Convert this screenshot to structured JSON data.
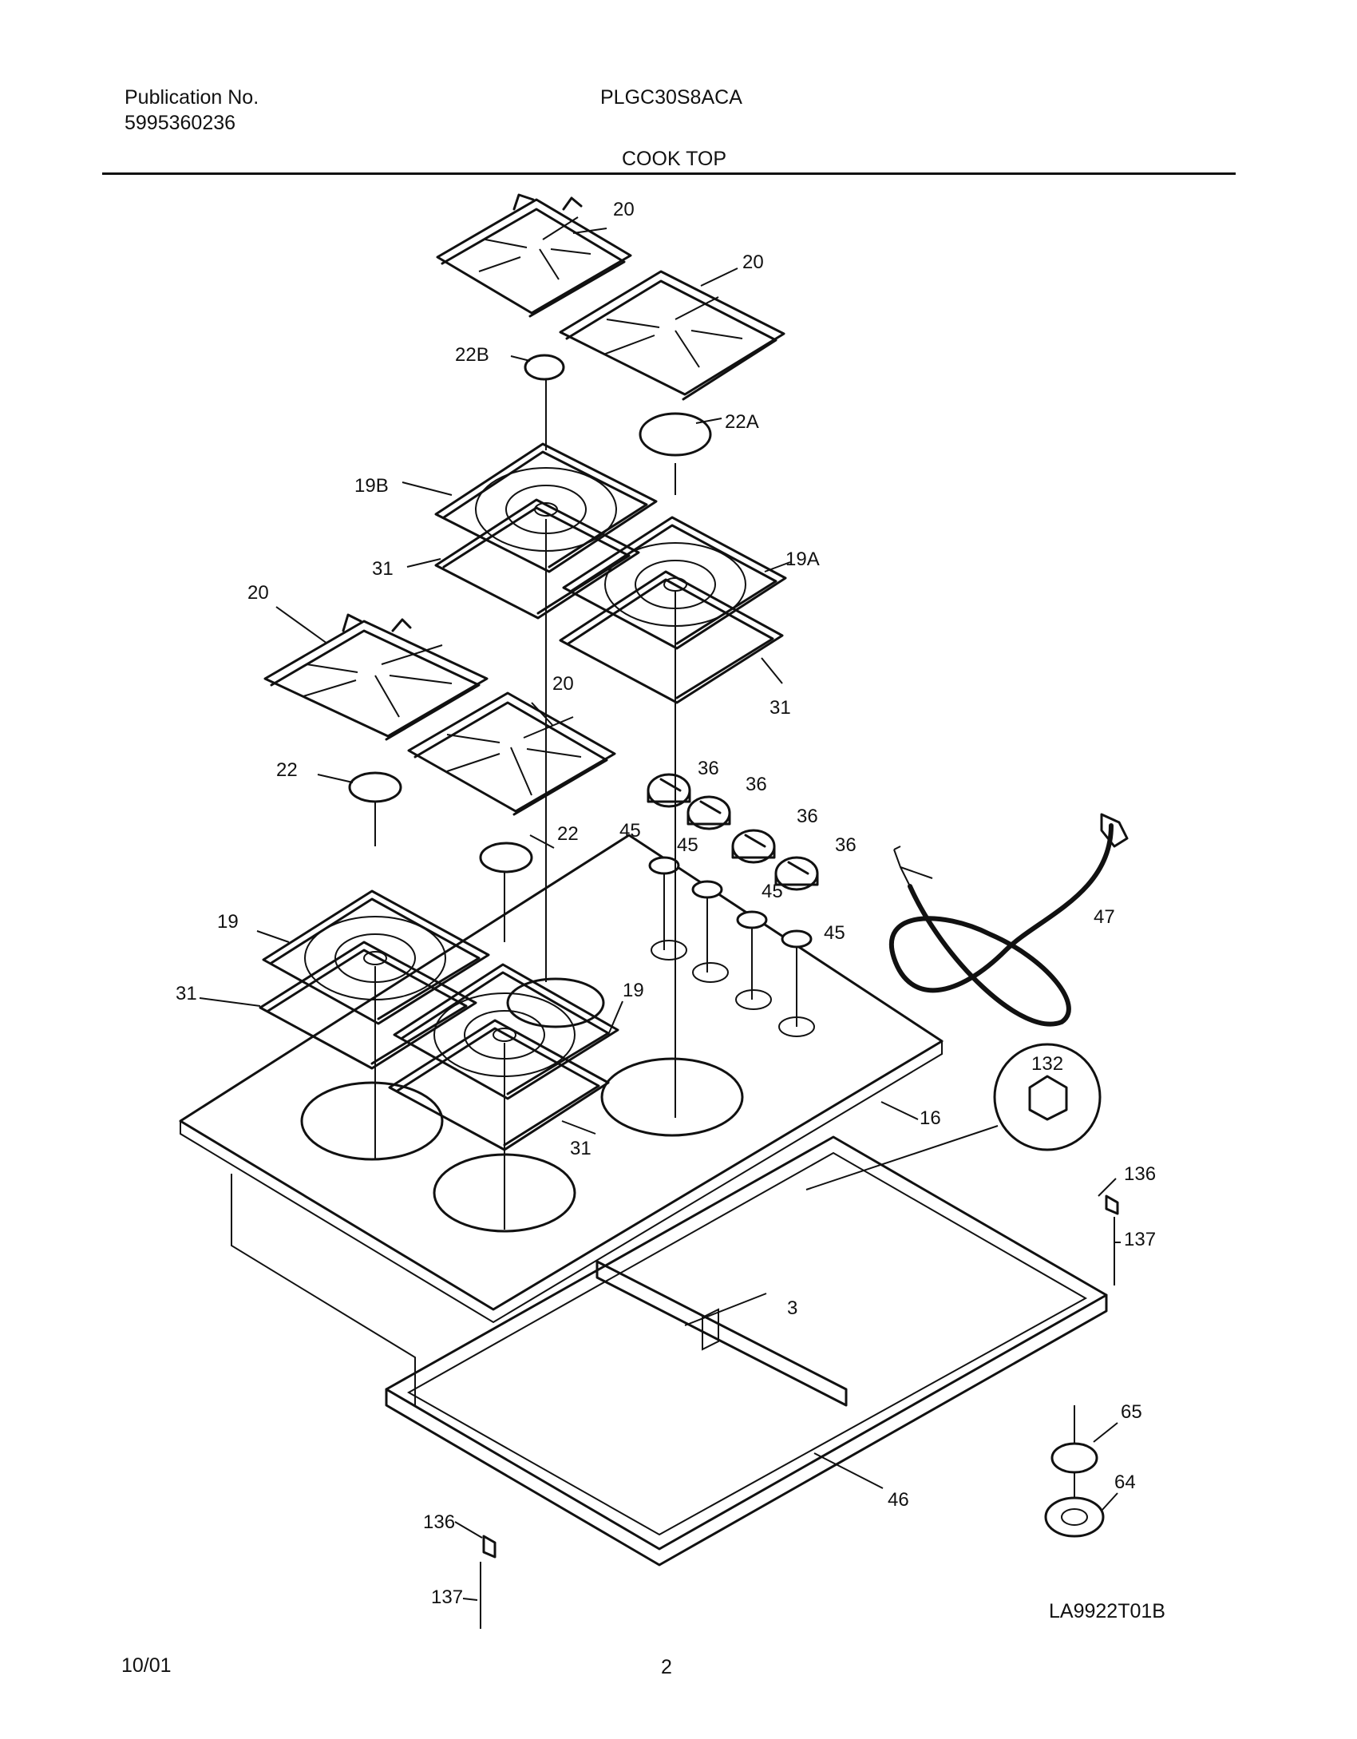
{
  "header": {
    "publication_label": "Publication No.",
    "publication_number": "5995360236",
    "model": "PLGC30S8ACA",
    "section_title": "COOK TOP"
  },
  "footer": {
    "date": "10/01",
    "page_number": "2",
    "drawing_code": "LA9922T01B"
  },
  "callouts": {
    "grate_tl": "20",
    "grate_tr": "20",
    "grate_ml": "20",
    "grate_mr": "20",
    "cap_22b": "22B",
    "cap_22a": "22A",
    "cap_22_left": "22",
    "cap_22_mid": "22",
    "pan_19b": "19B",
    "pan_19a": "19A",
    "pan_19_left": "19",
    "pan_19_mid": "19",
    "seal_31_a": "31",
    "seal_31_b": "31",
    "seal_31_c": "31",
    "seal_31_d": "31",
    "knob_36_a": "36",
    "knob_36_b": "36",
    "knob_36_c": "36",
    "knob_36_d": "36",
    "bezel_45_a": "45",
    "bezel_45_b": "45",
    "bezel_45_c": "45",
    "bezel_45_d": "45",
    "cord_47": "47",
    "cooktop_16": "16",
    "ignitor_132": "132",
    "bracket_136_r": "136",
    "screw_137_r": "137",
    "bracket_3": "3",
    "grommet_65": "65",
    "plate_64": "64",
    "burner_box_46": "46",
    "bracket_136_l": "136",
    "screw_137_l": "137"
  }
}
